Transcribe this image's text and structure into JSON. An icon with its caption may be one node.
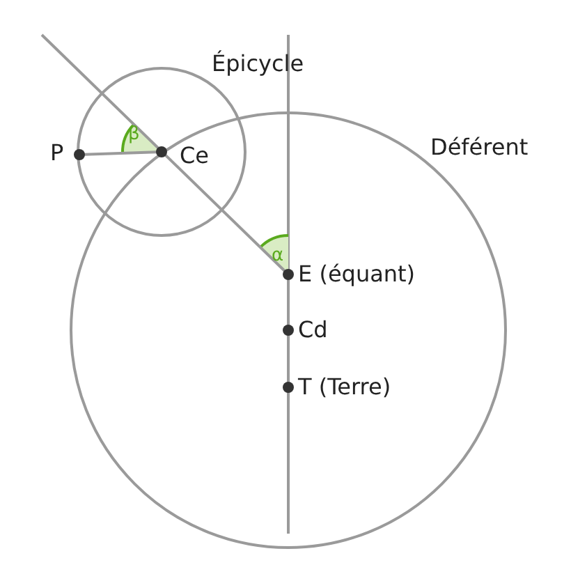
{
  "diagram": {
    "labels": [
      "Épicycle",
      "P",
      "β",
      "Ce",
      "Déférent",
      "α",
      "E (équant)",
      "Cd",
      "T (Terre)"
    ]
  }
}
